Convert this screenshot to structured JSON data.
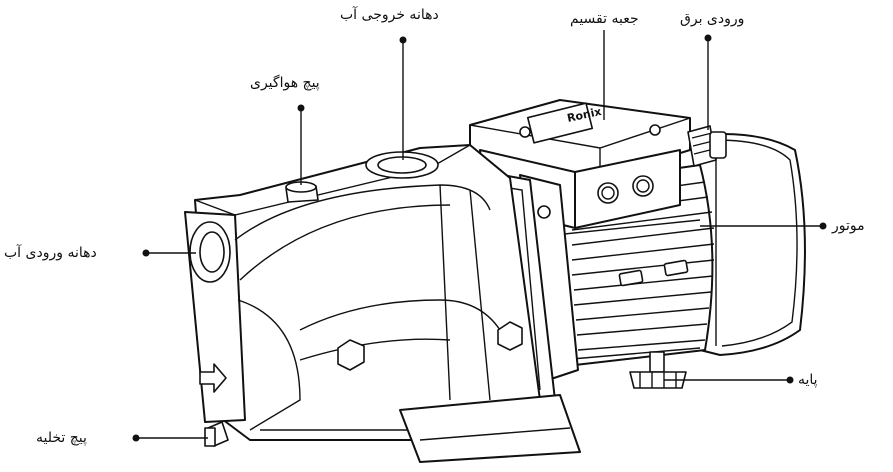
{
  "labels": {
    "outlet": "دهانه خروجی آب",
    "junction_box": "جعبه تقسیم",
    "power_inlet": "ورودی برق",
    "air_screw": "پیچ هواگیری",
    "inlet": "دهانه ورودی آب",
    "motor": "موتور",
    "base": "پایه",
    "drain_screw": "پیچ تخلیه"
  },
  "brand": "Ronix",
  "icons": [
    "arrow-icon"
  ]
}
